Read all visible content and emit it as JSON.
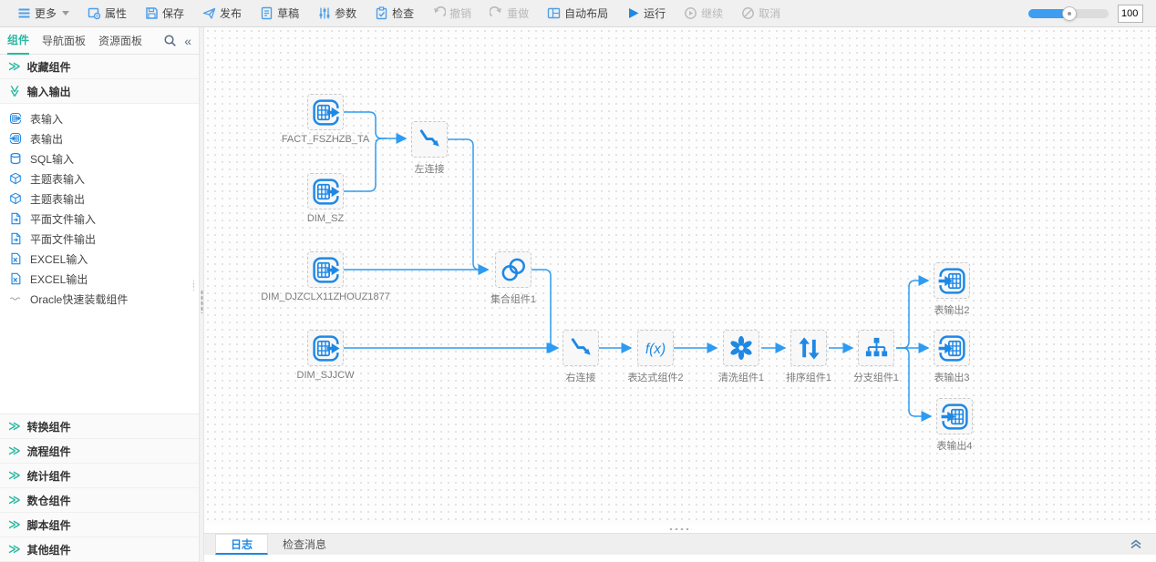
{
  "toolbar": {
    "more": "更多",
    "properties": "属性",
    "save": "保存",
    "publish": "发布",
    "draft": "草稿",
    "params": "参数",
    "check": "检查",
    "undo": "撤销",
    "redo": "重做",
    "auto_layout": "自动布局",
    "run": "运行",
    "continue": "继续",
    "cancel": "取消",
    "zoom_value": "100"
  },
  "sidebar": {
    "tabs": [
      {
        "label": "组件",
        "active": true
      },
      {
        "label": "导航面板",
        "active": false
      },
      {
        "label": "资源面板",
        "active": false
      }
    ],
    "sections": [
      {
        "label": "收藏组件",
        "expanded": false
      },
      {
        "label": "输入输出",
        "expanded": true,
        "items": [
          {
            "label": "表输入",
            "icon": "table-input-icon"
          },
          {
            "label": "表输出",
            "icon": "table-output-icon"
          },
          {
            "label": "SQL输入",
            "icon": "sql-input-icon"
          },
          {
            "label": "主题表输入",
            "icon": "subject-table-input-icon"
          },
          {
            "label": "主题表输出",
            "icon": "subject-table-output-icon"
          },
          {
            "label": "平面文件输入",
            "icon": "flat-file-input-icon"
          },
          {
            "label": "平面文件输出",
            "icon": "flat-file-output-icon"
          },
          {
            "label": "EXCEL输入",
            "icon": "excel-input-icon"
          },
          {
            "label": "EXCEL输出",
            "icon": "excel-output-icon"
          },
          {
            "label": "Oracle快速装载组件",
            "icon": "oracle-loader-icon"
          }
        ]
      },
      {
        "label": "转换组件",
        "expanded": false
      },
      {
        "label": "流程组件",
        "expanded": false
      },
      {
        "label": "统计组件",
        "expanded": false
      },
      {
        "label": "数仓组件",
        "expanded": false
      },
      {
        "label": "脚本组件",
        "expanded": false
      },
      {
        "label": "其他组件",
        "expanded": false
      }
    ]
  },
  "canvas": {
    "nodes": [
      {
        "label": "FACT_FSZHZB_TA",
        "type": "table-input"
      },
      {
        "label": "DIM_SZ",
        "type": "table-input"
      },
      {
        "label": "左连接",
        "type": "join"
      },
      {
        "label": "DIM_DJZCLX11ZHOUZ1877",
        "type": "table-input"
      },
      {
        "label": "集合组件1",
        "type": "union"
      },
      {
        "label": "DIM_SJJCW",
        "type": "table-input"
      },
      {
        "label": "右连接",
        "type": "join"
      },
      {
        "label": "表达式组件2",
        "type": "expression"
      },
      {
        "label": "清洗组件1",
        "type": "clean"
      },
      {
        "label": "排序组件1",
        "type": "sort"
      },
      {
        "label": "分支组件1",
        "type": "branch"
      },
      {
        "label": "表输出2",
        "type": "table-output"
      },
      {
        "label": "表输出3",
        "type": "table-output"
      },
      {
        "label": "表输出4",
        "type": "table-output"
      }
    ]
  },
  "bottom_panel": {
    "tabs": [
      {
        "label": "日志",
        "active": true
      },
      {
        "label": "检查消息",
        "active": false
      }
    ]
  },
  "icons": {
    "more": "hamburger",
    "properties": "window-gear",
    "save": "floppy-disk",
    "publish": "paper-plane",
    "draft": "document",
    "params": "sliders",
    "check": "clipboard-check",
    "undo": "arrow-undo",
    "redo": "arrow-redo",
    "auto_layout": "layout-panes",
    "run": "play-solid",
    "continue": "play-circle",
    "cancel": "slash-circle",
    "search": "magnifier",
    "collapse": "double-chevron"
  },
  "colors": {
    "accent_blue": "#1e88e5",
    "edge_blue": "#2e9bf2",
    "teal": "#2ab8a0",
    "disabled_gray": "#bcbcbc",
    "toolbar_bg": "#f0f0f0"
  }
}
